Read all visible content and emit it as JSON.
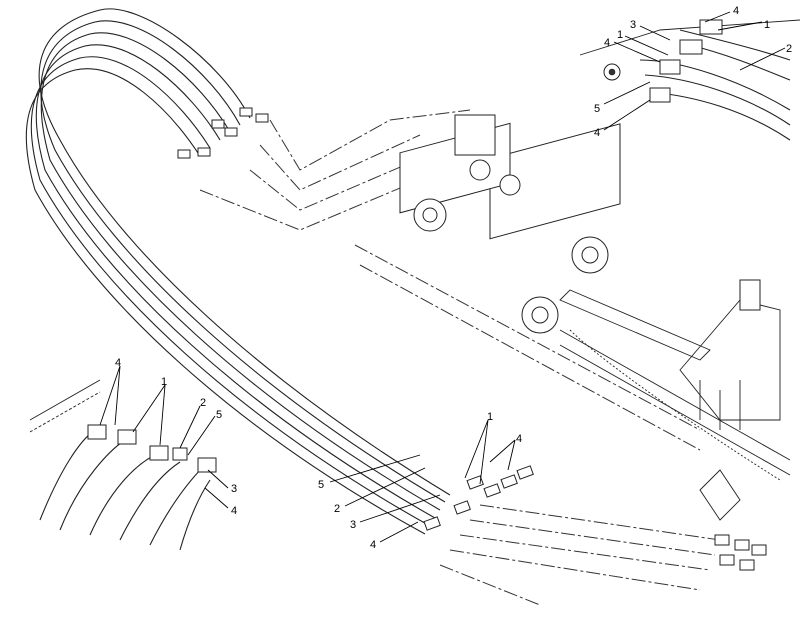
{
  "callouts": {
    "tr_4a": "4",
    "tr_3": "3",
    "tr_1a": "1",
    "tr_4b": "4",
    "tr_1b": "1",
    "tr_2": "2",
    "tr_5": "5",
    "tr_4c": "4",
    "bl_4": "4",
    "bl_1": "1",
    "bl_2": "2",
    "bl_5": "5",
    "bl_3": "3",
    "bl_4b": "4",
    "c_1": "1",
    "c_4": "4",
    "c_5": "5",
    "c_2": "2",
    "c_3": "3",
    "c_4b": "4"
  }
}
